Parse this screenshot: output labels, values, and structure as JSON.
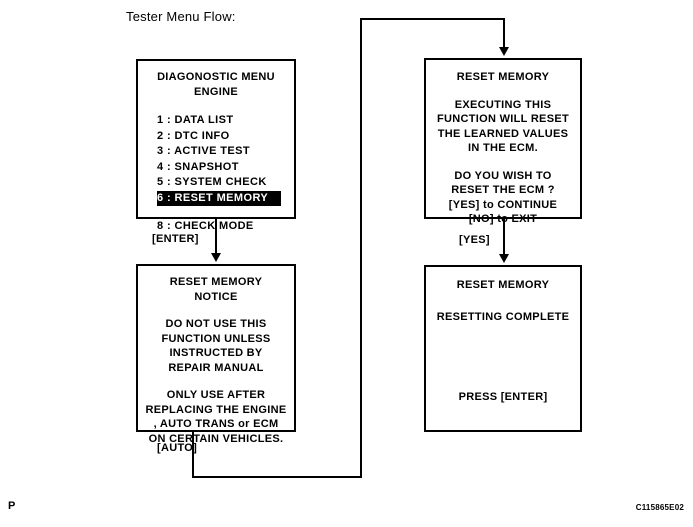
{
  "page": {
    "title": "Tester Menu Flow:",
    "corner_mark": "P",
    "figure_code": "C115865E02",
    "ink_color": "#000000",
    "background_color": "#FFFFFF"
  },
  "boxes": {
    "diagnostic_menu": {
      "header_line1": "DIAGONOSTIC MENU",
      "header_line2": "ENGINE",
      "items": [
        {
          "label": "1 : DATA LIST",
          "selected": false
        },
        {
          "label": "2 : DTC INFO",
          "selected": false
        },
        {
          "label": "3 : ACTIVE TEST",
          "selected": false
        },
        {
          "label": "4 : SNAPSHOT",
          "selected": false
        },
        {
          "label": "5 : SYSTEM CHECK",
          "selected": false
        },
        {
          "label": "6 : RESET MEMORY",
          "selected": true
        },
        {
          "label": "8 : CHECK MODE",
          "selected": false
        }
      ]
    },
    "reset_memory_notice": {
      "line1": "RESET MEMORY",
      "line2": "NOTICE",
      "line3": "DO NOT USE THIS",
      "line4": "FUNCTION UNLESS",
      "line5": "INSTRUCTED BY",
      "line6": "REPAIR MANUAL",
      "line7": "ONLY USE AFTER",
      "line8": "REPLACING THE ENGINE",
      "line9": ", AUTO TRANS or ECM",
      "line10": "ON CERTAIN VEHICLES."
    },
    "reset_memory_confirm": {
      "line1": "RESET MEMORY",
      "line2": "EXECUTING THIS",
      "line3": "FUNCTION WILL RESET",
      "line4": "THE LEARNED VALUES",
      "line5": "IN THE ECM.",
      "line6": "DO YOU WISH TO",
      "line7": "RESET THE ECM ?",
      "line8": "[YES] to CONTINUE",
      "line9": "[NO] to EXIT"
    },
    "resetting_complete": {
      "line1": "RESET MEMORY",
      "line2": "RESETTING COMPLETE",
      "line3": "PRESS [ENTER]"
    }
  },
  "edges": {
    "enter_label": "[ENTER]",
    "auto_label": "[AUTO]",
    "yes_label": "[YES]"
  }
}
